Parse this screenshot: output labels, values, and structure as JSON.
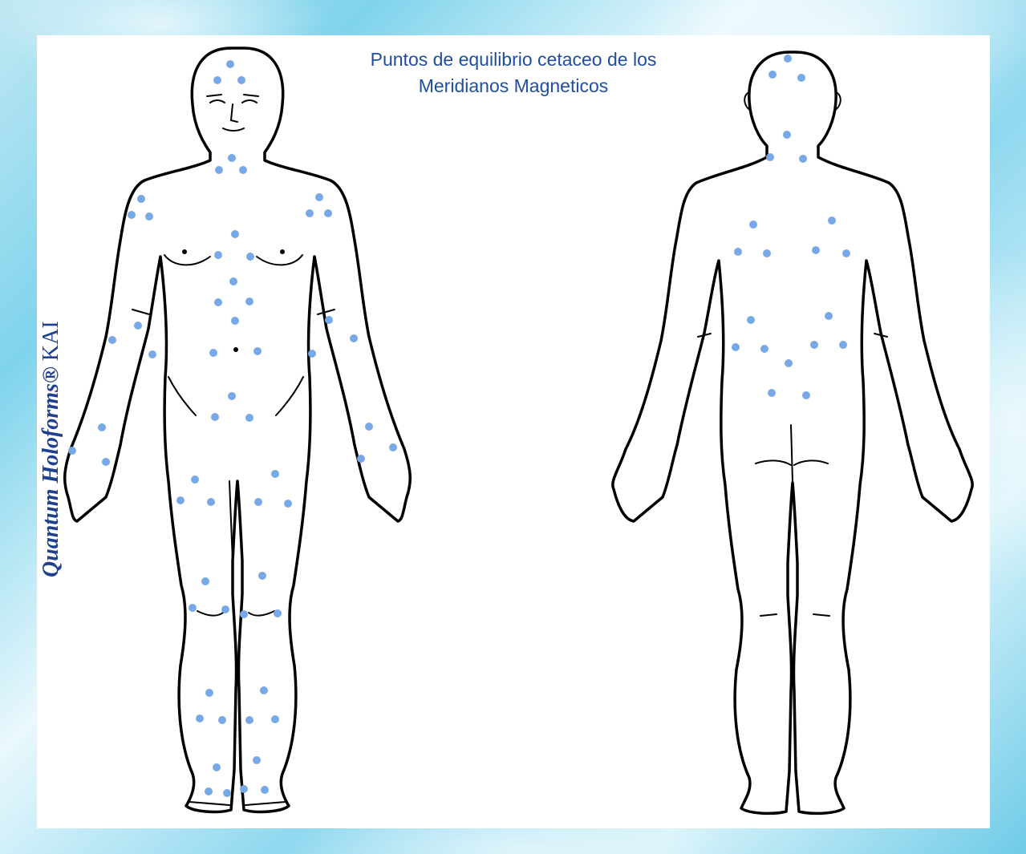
{
  "title_lines": [
    "Puntos de equilibrio cetaceo de los",
    "Meridianos Magneticos"
  ],
  "watermark": {
    "brand": "Quantum Holoforms®",
    "suffix": "KAI"
  },
  "colors": {
    "dot": "#78a8e6",
    "title": "#1f4e9c",
    "frame": "#7fd3ec"
  }
}
